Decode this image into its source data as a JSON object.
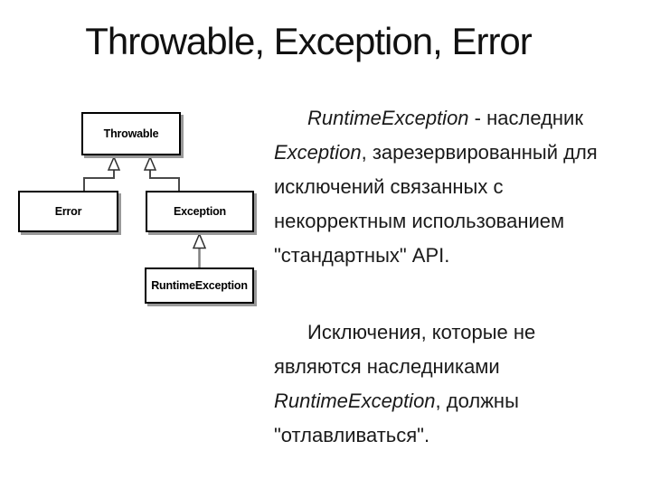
{
  "slide": {
    "title": "Throwable, Exception, Error"
  },
  "diagram": {
    "type": "uml-class-hierarchy",
    "nodes": [
      {
        "id": "throwable",
        "label": "Throwable"
      },
      {
        "id": "error",
        "label": "Error"
      },
      {
        "id": "exception",
        "label": "Exception"
      },
      {
        "id": "runtime_exception",
        "label": "RuntimeException"
      }
    ],
    "edges": [
      {
        "from": "error",
        "to": "throwable",
        "type": "generalization"
      },
      {
        "from": "exception",
        "to": "throwable",
        "type": "generalization"
      },
      {
        "from": "runtime_exception",
        "to": "exception",
        "type": "generalization"
      }
    ]
  },
  "text": {
    "paragraphs": [
      {
        "lines": [
          [
            {
              "t": "RuntimeException",
              "i": true
            },
            {
              "t": " - наследник"
            }
          ],
          [
            {
              "t": "Exception",
              "i": true
            },
            {
              "t": ", зарезервированный для"
            }
          ],
          [
            {
              "t": "исключений связанных с"
            }
          ],
          [
            {
              "t": "некорректным использованием"
            }
          ],
          [
            {
              "t": "\"стандартных\" API."
            }
          ]
        ]
      },
      {
        "lines": [
          [
            {
              "t": "Исключения, которые не"
            }
          ],
          [
            {
              "t": "являются наследниками"
            }
          ],
          [
            {
              "t": "RuntimeException",
              "i": true
            },
            {
              "t": ", должны"
            }
          ],
          [
            {
              "t": "\"отлавливаться\"."
            }
          ]
        ]
      }
    ]
  },
  "colors": {
    "background": "#ffffff",
    "box_border": "#000000",
    "box_shadow": "#999999",
    "connector": "#4a4a4a",
    "runtime_connector": "#808080",
    "text": "#1a1a1a"
  }
}
